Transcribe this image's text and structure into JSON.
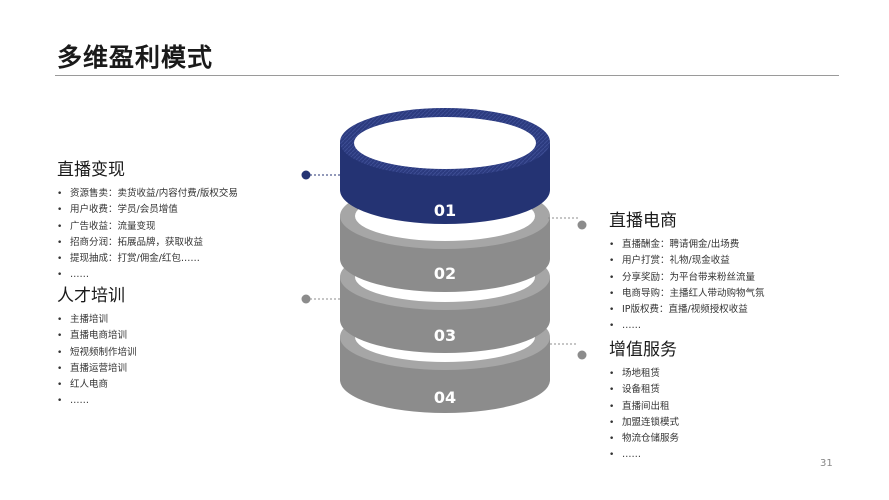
{
  "title": "多维盈利模式",
  "page_number": "31",
  "rings": [
    "01",
    "02",
    "03",
    "04"
  ],
  "colors": {
    "accent": "#2b3a7e",
    "ring_gray": "#8f8f8f",
    "ring_dark": "#6e6e6e"
  },
  "sections": {
    "live": {
      "heading": "直播变现",
      "items": [
        "资源售卖：卖货收益/内容付费/版权交易",
        "用户收费：学员/会员增值",
        "广告收益：流量变现",
        "招商分润：拓展品牌，获取收益",
        "提现抽成：打赏/佣金/红包……",
        "……"
      ]
    },
    "talent": {
      "heading": "人才培训",
      "items": [
        "主播培训",
        "直播电商培训",
        "短视频制作培训",
        "直播运营培训",
        "红人电商",
        "……"
      ]
    },
    "ecom": {
      "heading": "直播电商",
      "items": [
        "直播酬金：聘请佣金/出场费",
        "用户打赏：礼物/现金收益",
        "分享奖励：为平台带来粉丝流量",
        "电商导购：主播红人带动购物气氛",
        "IP版权费：直播/视频授权收益",
        "……"
      ]
    },
    "value": {
      "heading": "增值服务",
      "items": [
        "场地租赁",
        "设备租赁",
        "直播间出租",
        "加盟连锁模式",
        "物流仓储服务",
        "……"
      ]
    }
  }
}
